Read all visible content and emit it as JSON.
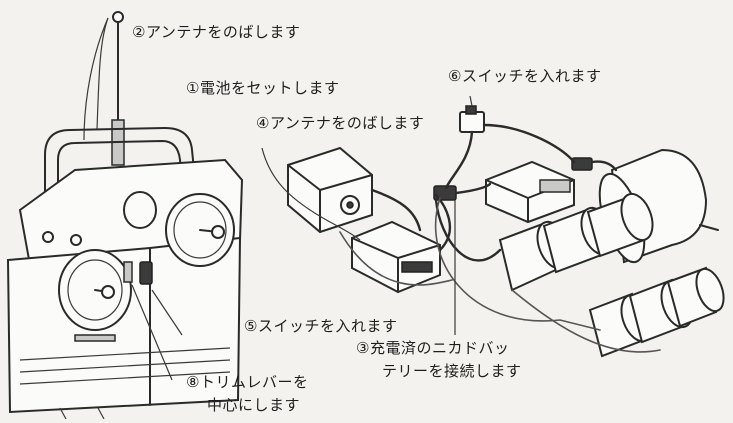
{
  "labels": {
    "antenna_tx": "②アンテナをのばします",
    "battery_set": "①電池をセットします",
    "switch_rx": "⑥スイッチを入れます",
    "antenna_rx": "④アンテナをのばします",
    "switch_tx": "⑤スイッチを入れます",
    "ni_cd_line1": "③充電済のニカドバッ",
    "ni_cd_line2": "テリーを接続します",
    "trim_line1": "⑧トリムレバーを",
    "trim_line2": "中心にします"
  }
}
